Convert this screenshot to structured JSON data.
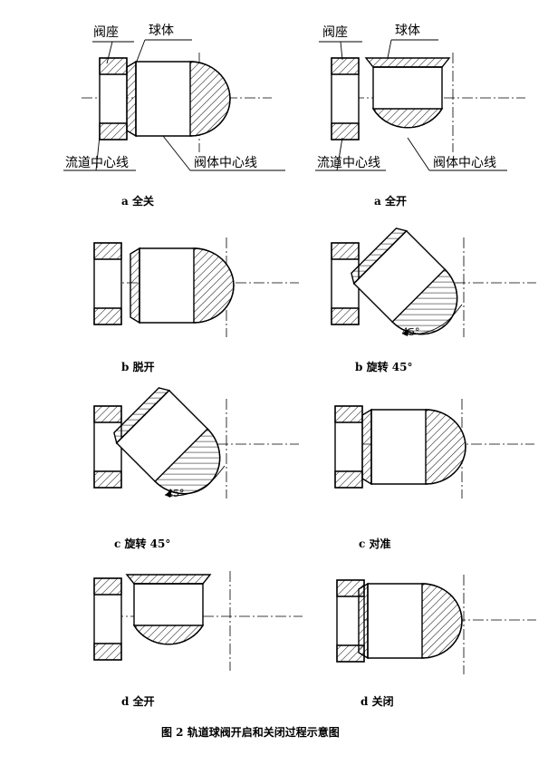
{
  "labels": {
    "seat": "阀座",
    "ball": "球体",
    "flow_centerline": "流道中心线",
    "body_centerline": "阀体中心线"
  },
  "steps": [
    {
      "id": "a1",
      "caption": "a 全关"
    },
    {
      "id": "a2",
      "caption": "a 全开"
    },
    {
      "id": "b1",
      "caption": "b 脱开"
    },
    {
      "id": "b2",
      "caption": "b 旋转 45°",
      "angle": "45°"
    },
    {
      "id": "c1",
      "caption": "c 旋转 45°",
      "angle": "45°"
    },
    {
      "id": "c2",
      "caption": "c 对准"
    },
    {
      "id": "d1",
      "caption": "d 全开"
    },
    {
      "id": "d2",
      "caption": "d 关闭"
    }
  ],
  "figure_caption": "图 2 轨道球阀开启和关闭过程示意图"
}
